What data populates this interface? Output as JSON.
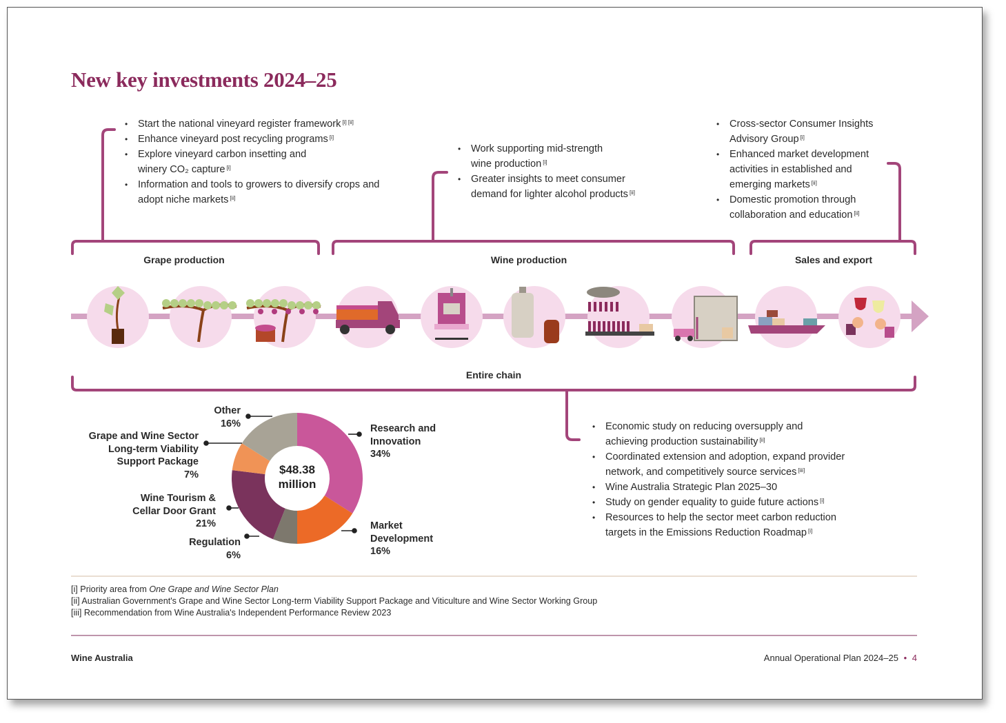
{
  "title": "New key investments 2024–25",
  "stages": {
    "grape": {
      "label": "Grape production",
      "bullets": [
        {
          "text": "Start the national vineyard register framework",
          "ref": "[i] [ii]"
        },
        {
          "text": "Enhance vineyard post recycling programs",
          "ref": "[i]"
        },
        {
          "text": "Explore vineyard carbon insetting and winery CO₂ capture",
          "ref": "[i]"
        },
        {
          "text": "Information and tools to growers to diversify crops and adopt niche markets",
          "ref": "[ii]"
        }
      ]
    },
    "wine": {
      "label": "Wine production",
      "bullets": [
        {
          "text": "Work supporting mid-strength wine production",
          "ref": "[i]"
        },
        {
          "text": "Greater insights to meet consumer demand for lighter alcohol products",
          "ref": "[ii]"
        }
      ]
    },
    "sales": {
      "label": "Sales and export",
      "bullets": [
        {
          "text": "Cross-sector Consumer Insights Advisory Group",
          "ref": "[i]"
        },
        {
          "text": "Enhanced market development activities in established and emerging markets",
          "ref": "[ii]"
        },
        {
          "text": "Domestic promotion through collaboration and education",
          "ref": "[ii]"
        }
      ]
    },
    "chain": {
      "label": "Entire chain",
      "bullets": [
        {
          "text": "Economic study on reducing oversupply and achieving production sustainability",
          "ref": "[ii]"
        },
        {
          "text": "Coordinated extension and adoption, expand provider network, and competitively source services",
          "ref": "[iii]"
        },
        {
          "text": "Wine Australia Strategic Plan 2025–30",
          "ref": ""
        },
        {
          "text": "Study on gender equality to guide future actions",
          "ref": "[i]"
        },
        {
          "text": "Resources to help the sector meet carbon reduction targets in the Emissions Reduction Roadmap",
          "ref": "[i]"
        }
      ]
    }
  },
  "icons": [
    "vine-seedling-icon",
    "grapevine-icon",
    "grapevine-harvest-icon",
    "grape-truck-icon",
    "wine-press-icon",
    "fermentation-tank-barrel-icon",
    "bottling-line-icon",
    "warehouse-forklift-icon",
    "cargo-ship-icon",
    "wine-toast-icon"
  ],
  "chart_data": {
    "type": "pie",
    "variant": "donut",
    "center_label": [
      "$48.38",
      "million"
    ],
    "total": "$48.38 million",
    "slices": [
      {
        "name": "Research and Innovation",
        "label_lines": [
          "Research and",
          "Innovation"
        ],
        "value": 34,
        "display": "34%",
        "color": "#c9579a"
      },
      {
        "name": "Market Development",
        "label_lines": [
          "Market",
          "Development"
        ],
        "value": 16,
        "display": "16%",
        "color": "#ec6a27"
      },
      {
        "name": "Regulation",
        "label_lines": [
          "Regulation"
        ],
        "value": 6,
        "display": "6%",
        "color": "#7d786d"
      },
      {
        "name": "Wine Tourism & Cellar Door Grant",
        "label_lines": [
          "Wine Tourism &",
          "Cellar Door Grant"
        ],
        "value": 21,
        "display": "21%",
        "color": "#7a335c"
      },
      {
        "name": "Grape and Wine Sector Long-term Viability Support Package",
        "label_lines": [
          "Grape and Wine Sector",
          "Long-term Viability",
          "Support Package"
        ],
        "value": 7,
        "display": "7%",
        "color": "#f09356"
      },
      {
        "name": "Other",
        "label_lines": [
          "Other"
        ],
        "value": 16,
        "display": "16%",
        "color": "#a8a396"
      }
    ],
    "start": "top",
    "direction": "clockwise"
  },
  "footnotes": [
    {
      "prefix": "[i] Priority area from ",
      "italic": "One Grape and Wine Sector Plan"
    },
    {
      "prefix": "[ii] Australian Government's Grape and Wine Sector Long-term Viability Support Package and Viticulture and Wine Sector Working Group",
      "italic": ""
    },
    {
      "prefix": "[iii] Recommendation from Wine Australia's Independent Performance Review 2023",
      "italic": ""
    }
  ],
  "footer": {
    "left": "Wine Australia",
    "right": "Annual Operational Plan 2024–25",
    "separator": "•",
    "page": "4"
  },
  "colors": {
    "title": "#8b2a5c",
    "bracket": "#a3457a",
    "timeline": "#d4a3c3",
    "circle": "#f6dbeb"
  }
}
